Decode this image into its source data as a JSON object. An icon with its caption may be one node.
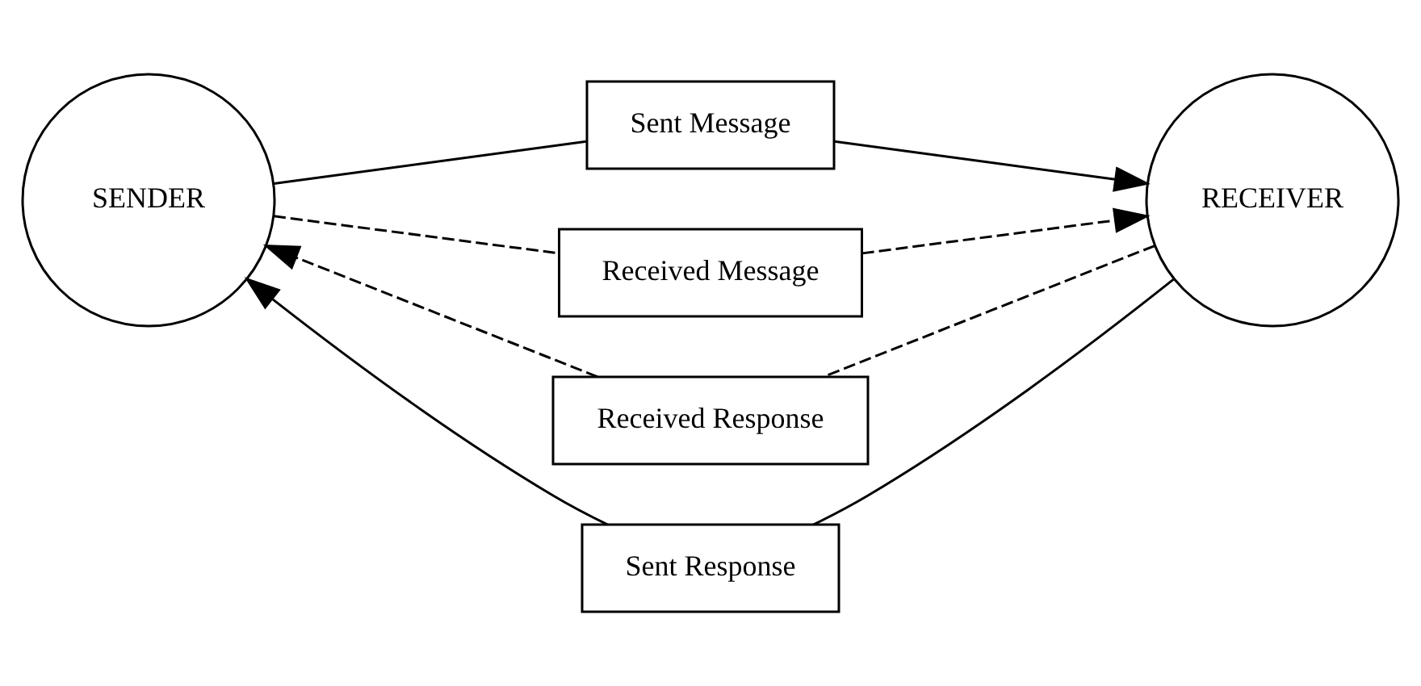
{
  "diagram": {
    "nodes": [
      {
        "text": [
          "SENDER"
        ]
      },
      {
        "text": [
          "Sent Message"
        ]
      },
      {
        "text": [
          "Received Message"
        ]
      },
      {
        "text": [
          "RECEIVER"
        ]
      },
      {
        "text": [
          "Received Response"
        ]
      },
      {
        "text": [
          "Sent Response"
        ]
      }
    ],
    "edges": [
      {
        "from": 0,
        "to": 1,
        "arrow": "none"
      },
      {
        "from": 1,
        "to": 3,
        "arrow": "to"
      },
      {
        "from": 0,
        "to": 2,
        "arrow": "none",
        "style": "dashed"
      },
      {
        "from": 2,
        "to": 3,
        "arrow": "to",
        "style": "dashed"
      },
      {
        "from": 3,
        "to": 4,
        "arrow": "none",
        "style": "dashed"
      },
      {
        "from": 4,
        "to": 0,
        "arrow": "to",
        "style": "dashed"
      },
      {
        "from": 3,
        "to": 5,
        "arrow": "none"
      },
      {
        "from": 5,
        "to": 0,
        "arrow": "to"
      }
    ]
  }
}
